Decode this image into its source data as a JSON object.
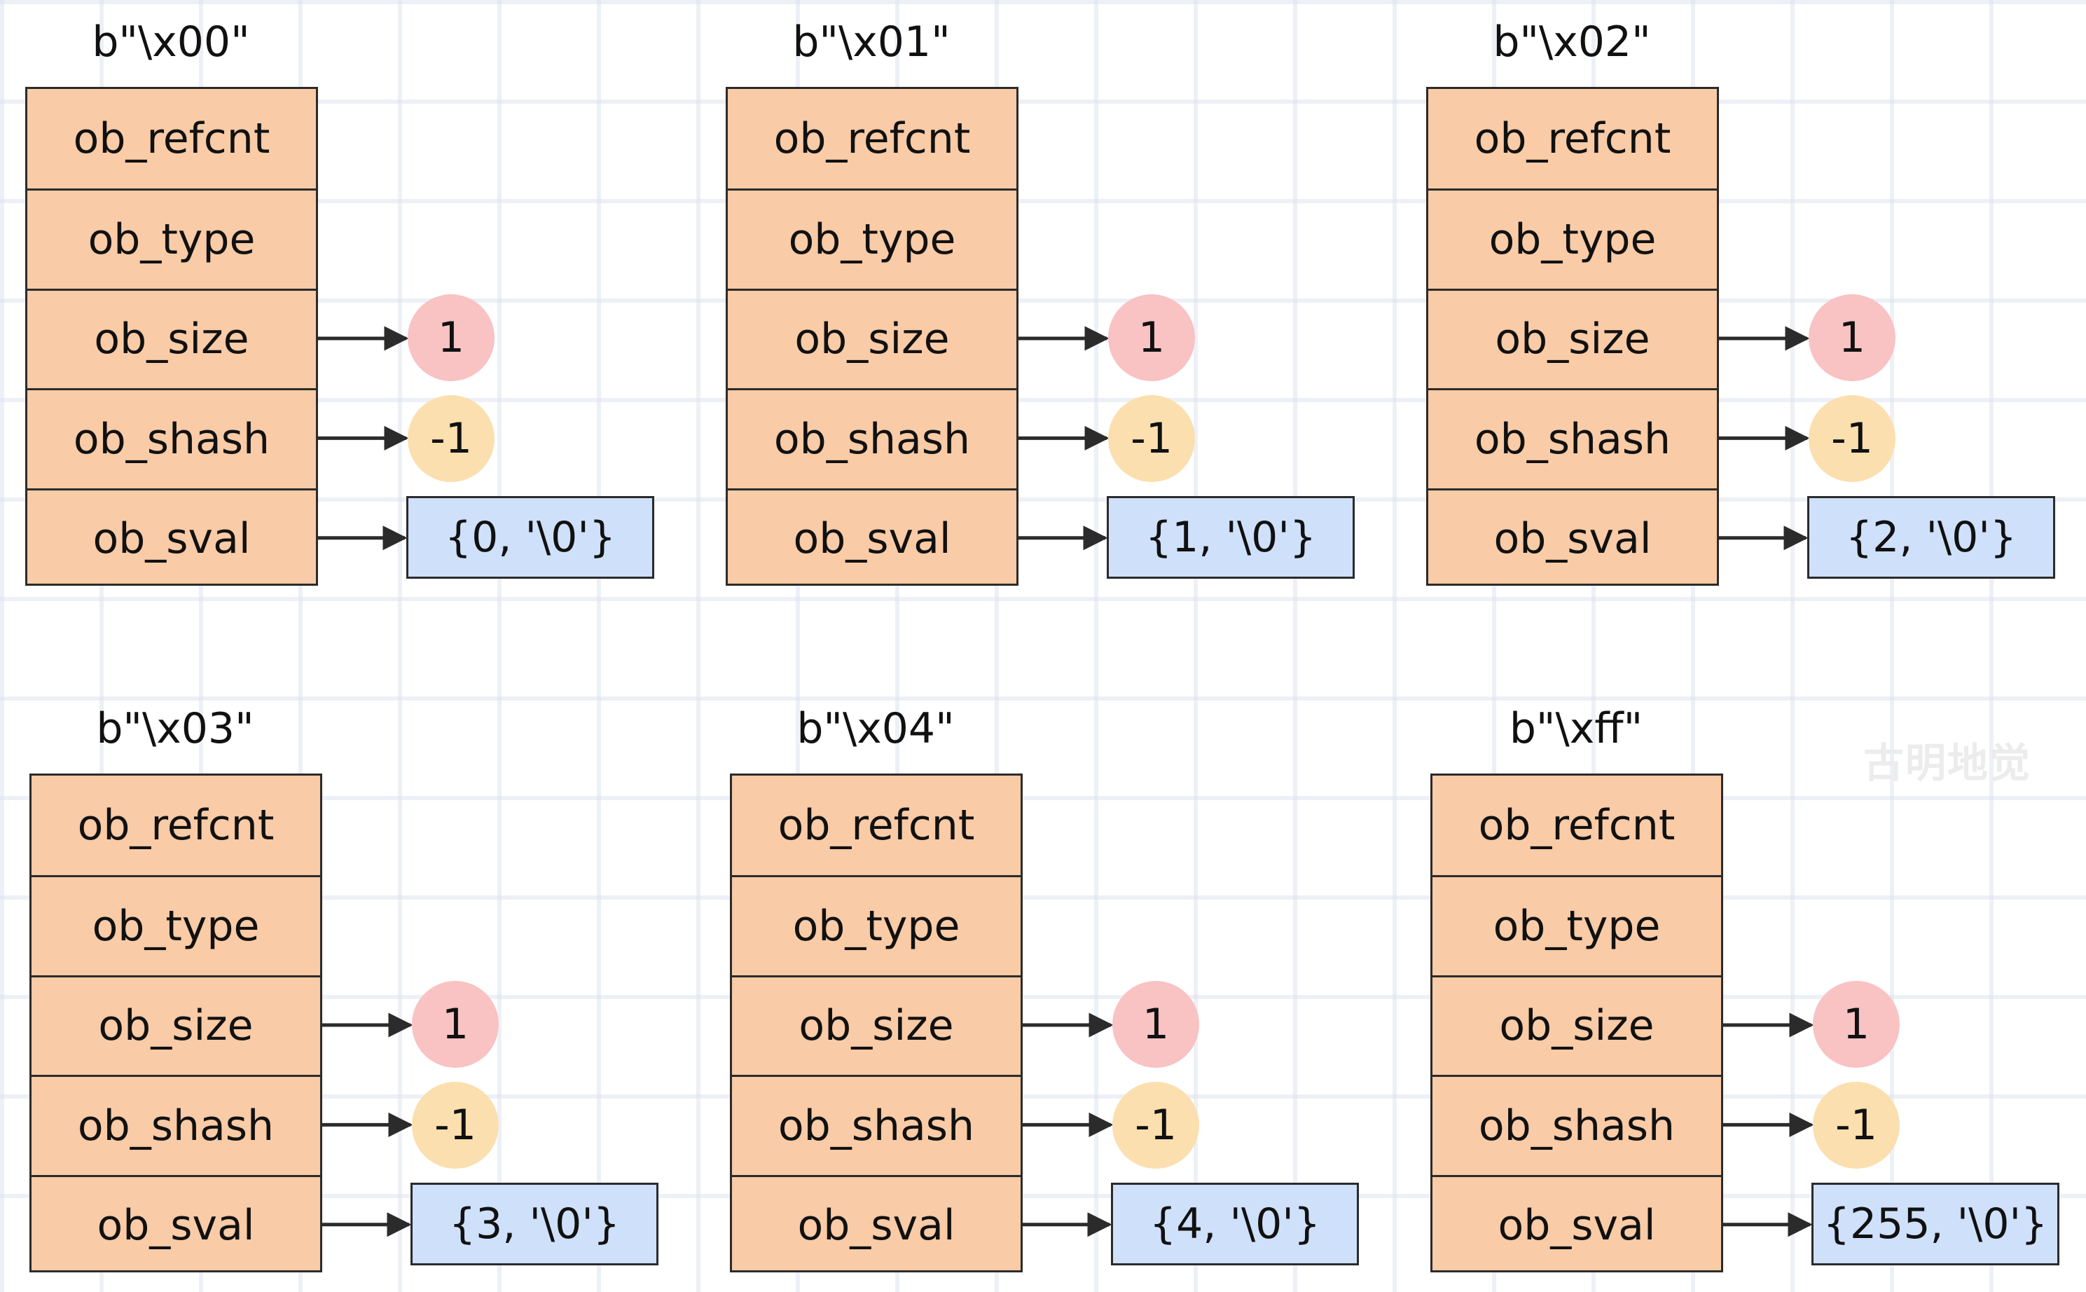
{
  "watermark": "古明地觉",
  "fields": [
    "ob_refcnt",
    "ob_type",
    "ob_size",
    "ob_shash",
    "ob_sval"
  ],
  "objects": [
    {
      "title": "b\"\\x00\"",
      "size": "1",
      "shash": "-1",
      "sval": "{0, '\\0'}"
    },
    {
      "title": "b\"\\x01\"",
      "size": "1",
      "shash": "-1",
      "sval": "{1, '\\0'}"
    },
    {
      "title": "b\"\\x02\"",
      "size": "1",
      "shash": "-1",
      "sval": "{2, '\\0'}"
    },
    {
      "title": "b\"\\x03\"",
      "size": "1",
      "shash": "-1",
      "sval": "{3, '\\0'}"
    },
    {
      "title": "b\"\\x04\"",
      "size": "1",
      "shash": "-1",
      "sval": "{4, '\\0'}"
    },
    {
      "title": "b\"\\xff\"",
      "size": "1",
      "shash": "-1",
      "sval": "{255, '\\0'}"
    }
  ],
  "colors": {
    "struct_fill": "#f9cba6",
    "size_circle": "#f9c2c3",
    "hash_circle": "#fbdfaf",
    "sval_fill": "#cfe0fb",
    "stroke": "#2b2b2b"
  }
}
